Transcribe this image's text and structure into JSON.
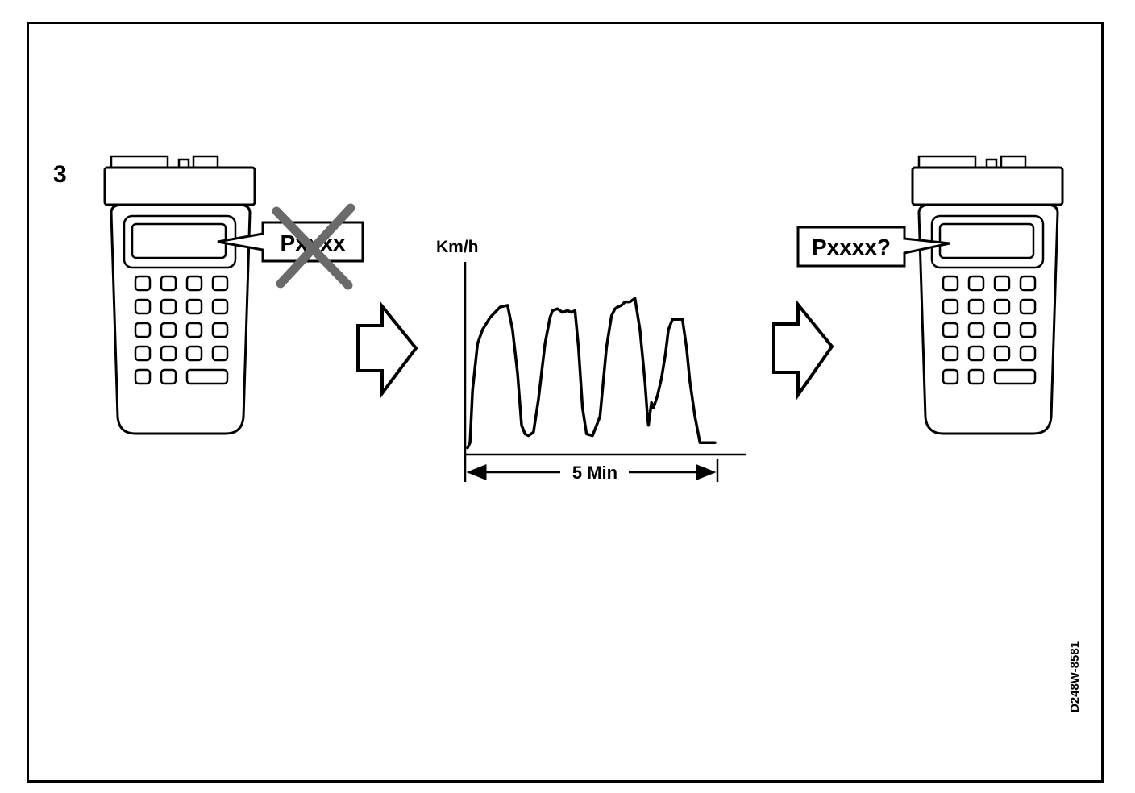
{
  "figure": {
    "step_number": "3",
    "reference_code": "D248W-8581",
    "ink_color": "#000000",
    "background_color": "#ffffff"
  },
  "left_device": {
    "bubble_text": "Pxxxx",
    "crossed_out": true,
    "cross_color": "#6a6a6a"
  },
  "right_device": {
    "bubble_text": "Pxxxx?"
  },
  "chart_data": {
    "type": "line",
    "ylabel": "Km/h",
    "duration_label": "5 Min",
    "duration_minutes": 5,
    "grid": false,
    "series": [
      {
        "x": [
          0,
          0.05,
          0.1,
          0.2,
          0.3,
          0.45,
          0.65,
          0.8,
          0.9,
          1.0,
          1.08,
          1.15,
          1.22,
          1.32,
          1.42,
          1.55,
          1.65,
          1.7,
          1.8,
          1.9,
          2.0,
          2.08,
          2.15,
          2.22,
          2.3,
          2.38,
          2.5,
          2.65,
          2.78,
          2.88,
          2.95,
          3.0,
          3.08,
          3.15,
          3.25,
          3.35,
          3.45,
          3.55,
          3.6,
          3.62,
          3.68,
          3.72,
          3.8,
          3.88,
          3.96,
          4.02,
          4.1,
          4.2,
          4.3,
          4.38,
          4.45,
          4.55,
          4.65,
          4.75,
          4.85,
          4.95
        ],
        "y": [
          2,
          5,
          35,
          62,
          70,
          77,
          83,
          84,
          70,
          45,
          15,
          10,
          9,
          11,
          30,
          62,
          77,
          81,
          82,
          80,
          81,
          80,
          81,
          60,
          25,
          10,
          9,
          20,
          60,
          78,
          82,
          83,
          84,
          86,
          86,
          88,
          70,
          40,
          20,
          15,
          28,
          25,
          32,
          42,
          56,
          70,
          76,
          76,
          76,
          60,
          40,
          20,
          5,
          5,
          5,
          5
        ]
      }
    ]
  }
}
